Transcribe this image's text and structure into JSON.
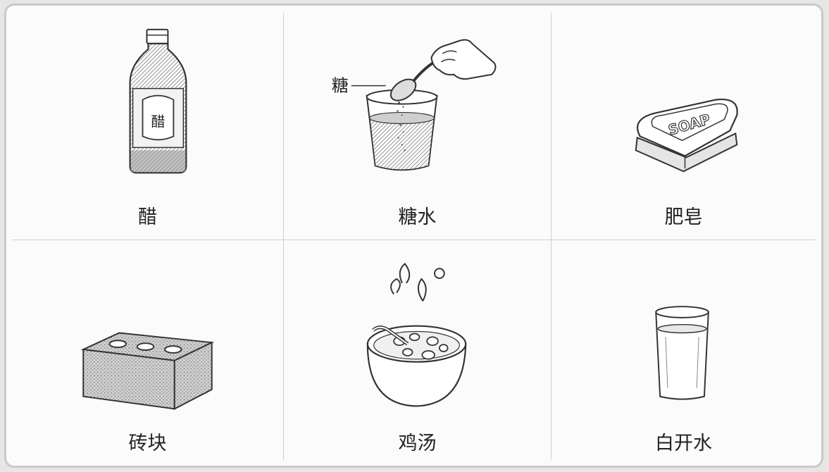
{
  "items": [
    {
      "label": "醋",
      "bottle_text": "醋"
    },
    {
      "label": "糖水",
      "callout": "糖"
    },
    {
      "label": "肥皂",
      "soap_text": "SOAP"
    },
    {
      "label": "砖块"
    },
    {
      "label": "鸡汤"
    },
    {
      "label": "白开水"
    }
  ]
}
